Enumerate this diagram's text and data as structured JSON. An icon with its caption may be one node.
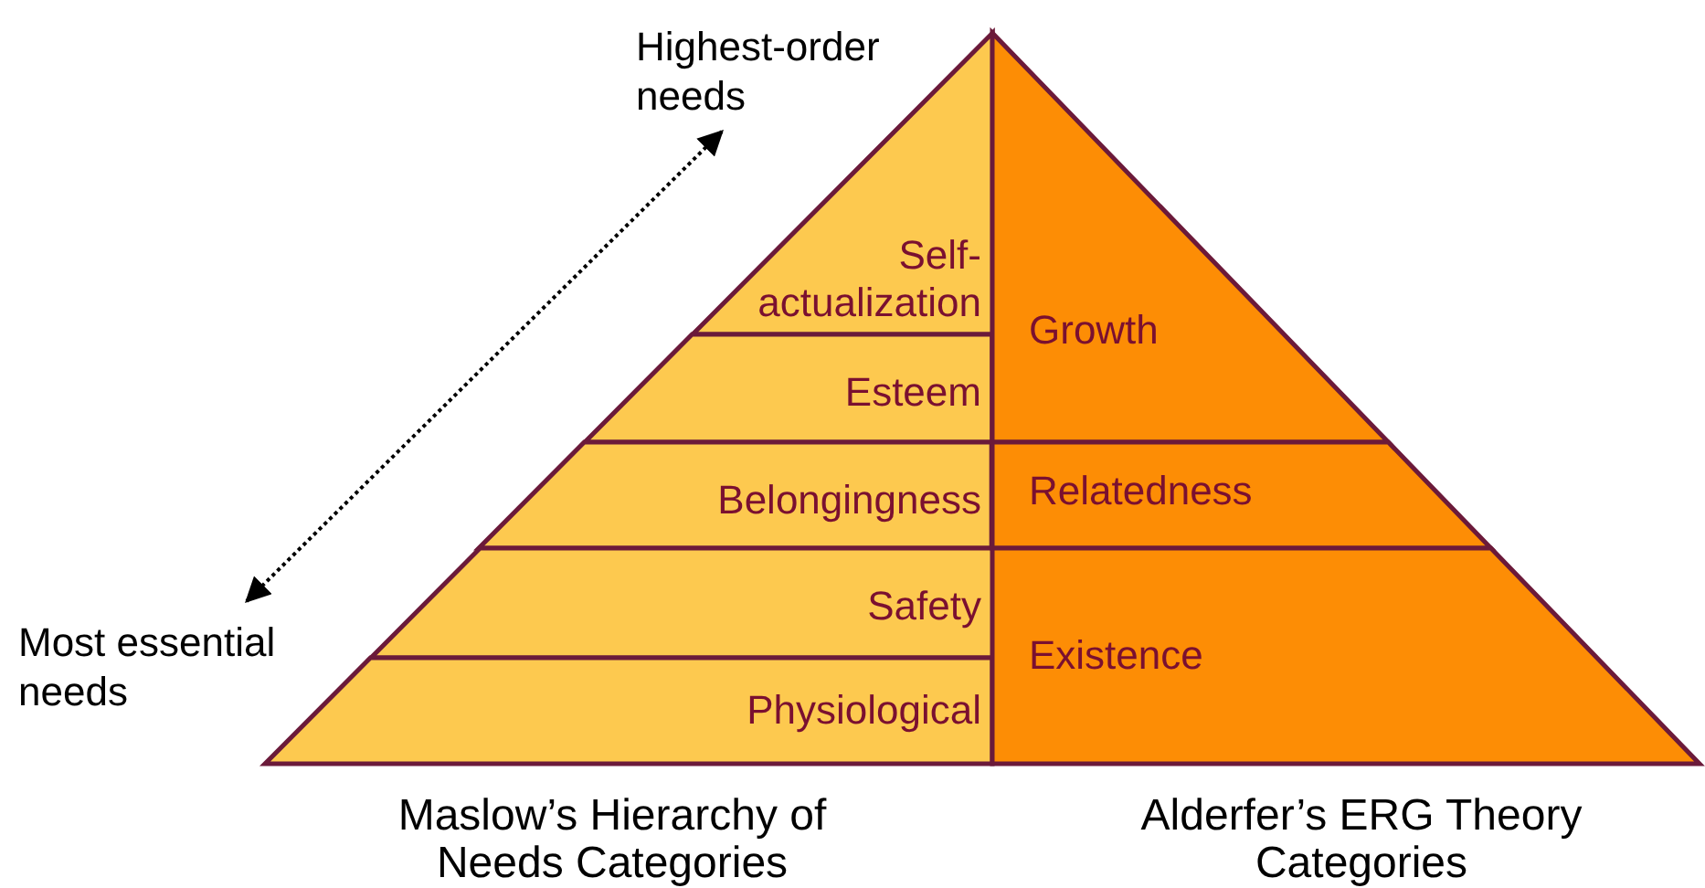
{
  "diagram": {
    "nodes": [
      {
        "text": [
          "Self-actualization"
        ]
      },
      {
        "text": [
          "Esteem"
        ]
      },
      {
        "text": [
          "Belongingness"
        ]
      },
      {
        "text": [
          "Safety"
        ]
      },
      {
        "text": [
          "Physiological"
        ]
      },
      {
        "text": [
          "Growth"
        ]
      },
      {
        "text": [
          "Relatedness"
        ]
      },
      {
        "text": [
          "Existence"
        ]
      },
      {
        "text": [
          "Highest-order needs"
        ]
      },
      {
        "text": [
          "Most essential needs"
        ]
      }
    ],
    "edges": [
      {
        "from": 8,
        "to": 9,
        "arrow": "both",
        "style": "dashed"
      }
    ],
    "labels": [
      "Maslow’s Hierarchy of Needs Categories",
      "Alderfer’s ERG Theory Categories"
    ]
  }
}
